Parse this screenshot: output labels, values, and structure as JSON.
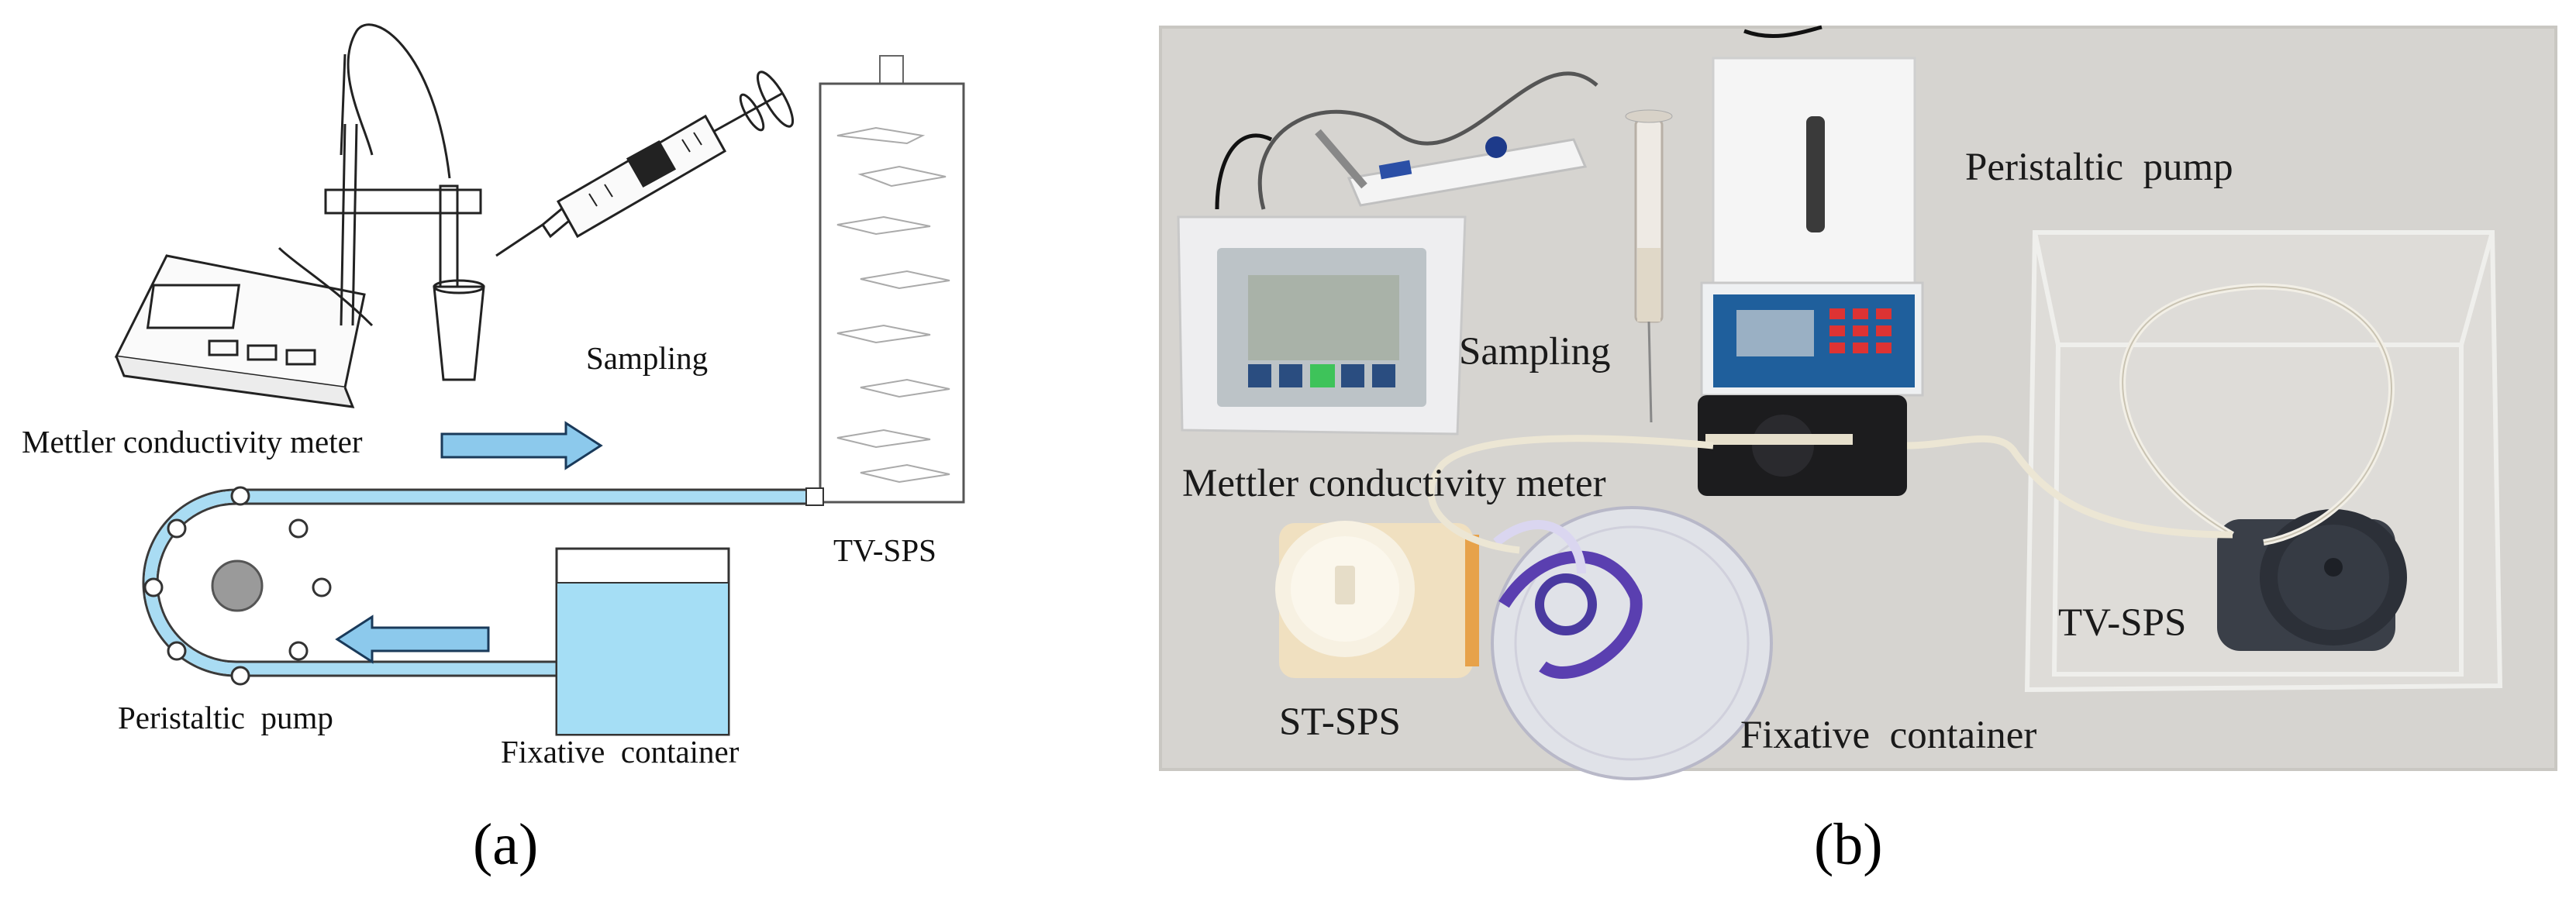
{
  "panel_a": {
    "labels": {
      "meter": "Mettler conductivity meter",
      "sampling": "Sampling",
      "tvsps": "TV-SPS",
      "pump": "Peristaltic  pump",
      "container": "Fixative  container"
    },
    "caption": "(a)"
  },
  "panel_b": {
    "labels": {
      "pump": "Peristaltic  pump",
      "sampling": "Sampling",
      "meter": "Mettler conductivity meter",
      "tvsps": "TV-SPS",
      "stsps": "ST-SPS",
      "container": "Fixative  container"
    },
    "caption": "(b)"
  },
  "colors": {
    "tube": "#a9dcf3",
    "liquid": "#a5def5",
    "arrow": "#8cc9ec",
    "outline": "#222222",
    "photo_bg": "#d6d4d0"
  }
}
